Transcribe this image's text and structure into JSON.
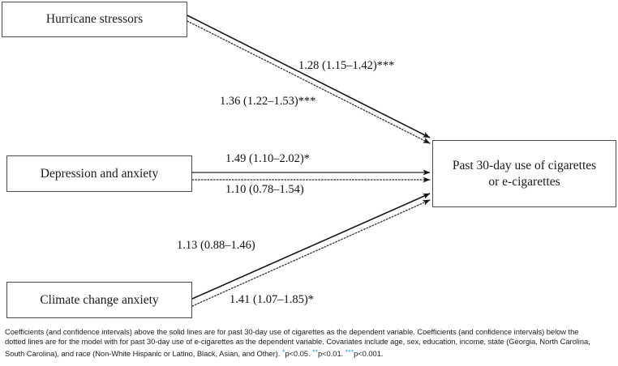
{
  "figure": {
    "type": "path-diagram",
    "outcome": {
      "id": "outcome-node",
      "line1": "Past 30-day use of cigarettes",
      "line2": "or e-cigarettes"
    },
    "predictors": [
      {
        "id": "hurricane-stressors",
        "label": "Hurricane stressors"
      },
      {
        "id": "depression-anxiety",
        "label": "Depression and anxiety"
      },
      {
        "id": "climate-change-anxiety",
        "label": "Climate change anxiety"
      }
    ],
    "paths": [
      {
        "from": "hurricane-stressors",
        "to": "outcome-node",
        "style": "solid",
        "model": "cigarettes",
        "estimate": "1.28",
        "ci_low": "1.15",
        "ci_high": "1.42",
        "significance": "***",
        "label": "1.28 (1.15–1.42)***"
      },
      {
        "from": "hurricane-stressors",
        "to": "outcome-node",
        "style": "dotted",
        "model": "e-cigarettes",
        "estimate": "1.36",
        "ci_low": "1.22",
        "ci_high": "1.53",
        "significance": "***",
        "label": "1.36 (1.22–1.53)***"
      },
      {
        "from": "depression-anxiety",
        "to": "outcome-node",
        "style": "solid",
        "model": "cigarettes",
        "estimate": "1.49",
        "ci_low": "1.10",
        "ci_high": "2.02",
        "significance": "*",
        "label": "1.49 (1.10–2.02)*"
      },
      {
        "from": "depression-anxiety",
        "to": "outcome-node",
        "style": "dotted",
        "model": "e-cigarettes",
        "estimate": "1.10",
        "ci_low": "0.78",
        "ci_high": "1.54",
        "significance": "",
        "label": "1.10 (0.78–1.54)"
      },
      {
        "from": "climate-change-anxiety",
        "to": "outcome-node",
        "style": "solid",
        "model": "cigarettes",
        "estimate": "1.13",
        "ci_low": "0.88",
        "ci_high": "1.46",
        "significance": "",
        "label": "1.13 (0.88–1.46)"
      },
      {
        "from": "climate-change-anxiety",
        "to": "outcome-node",
        "style": "dotted",
        "model": "e-cigarettes",
        "estimate": "1.41",
        "ci_low": "1.07",
        "ci_high": "1.85",
        "significance": "*",
        "label": "1.41 (1.07–1.85)*"
      }
    ],
    "caption": {
      "line1": "Coefficients (and confidence intervals) above the solid lines are for past 30-day use of cigarettes as the dependent variable. Coefficients (and confidence intervals) below the",
      "line2": "dotted lines are for the model with for past 30-day use of e-cigarettes as the dependent variable. Covariates include age, sex, education, income, state (Georgia, North Carolina,",
      "line3_text": "South Carolina), and race (Non-White Hispanic or Latino, Black, Asian, and Other). ",
      "sig1_mark": "*",
      "sig1_text": "p<0.05. ",
      "sig2_mark": "**",
      "sig2_text": "p<0.01. ",
      "sig3_mark": "***",
      "sig3_text": "p<0.001."
    },
    "colors": {
      "box_border": "#4a4a4a",
      "line": "#1a1a1a",
      "significance_marker": "#3b9fd4",
      "text": "#1a1a1a"
    }
  }
}
